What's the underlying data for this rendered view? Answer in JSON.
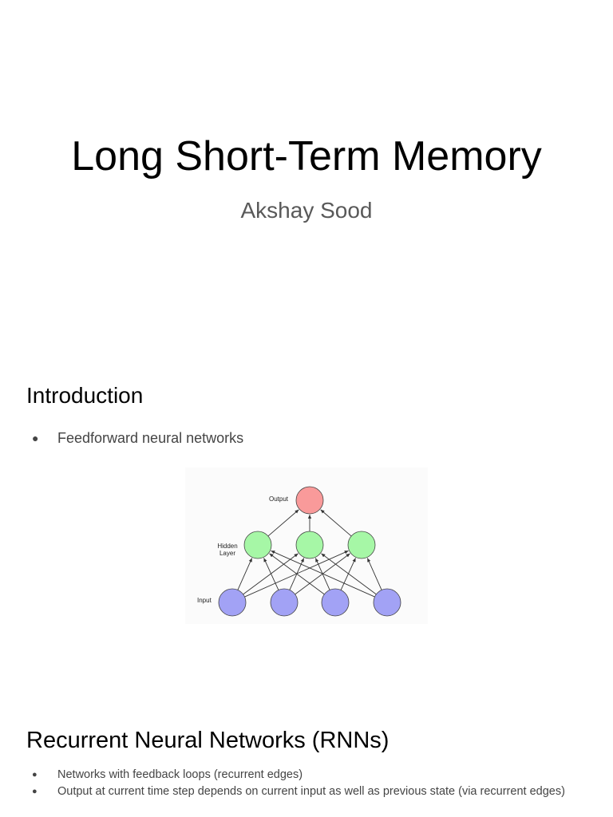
{
  "slides": [
    {
      "title": "Long Short-Term Memory",
      "subtitle": "Akshay Sood"
    },
    {
      "heading": "Introduction",
      "bullets": [
        "Feedforward neural networks"
      ],
      "diagram": {
        "labels": {
          "output": "Output",
          "hidden_line1": "Hidden",
          "hidden_line2": "Layer",
          "input": "Input"
        },
        "colors": {
          "output_node": "#f99a9a",
          "hidden_node": "#a6f7a6",
          "input_node": "#a2a2f5",
          "edge": "#333333"
        }
      }
    },
    {
      "heading": "Recurrent Neural Networks (RNNs)",
      "bullets": [
        "Networks with feedback loops (recurrent edges)",
        "Output at current time step depends on current input as well as previous state (via recurrent edges)"
      ]
    }
  ]
}
